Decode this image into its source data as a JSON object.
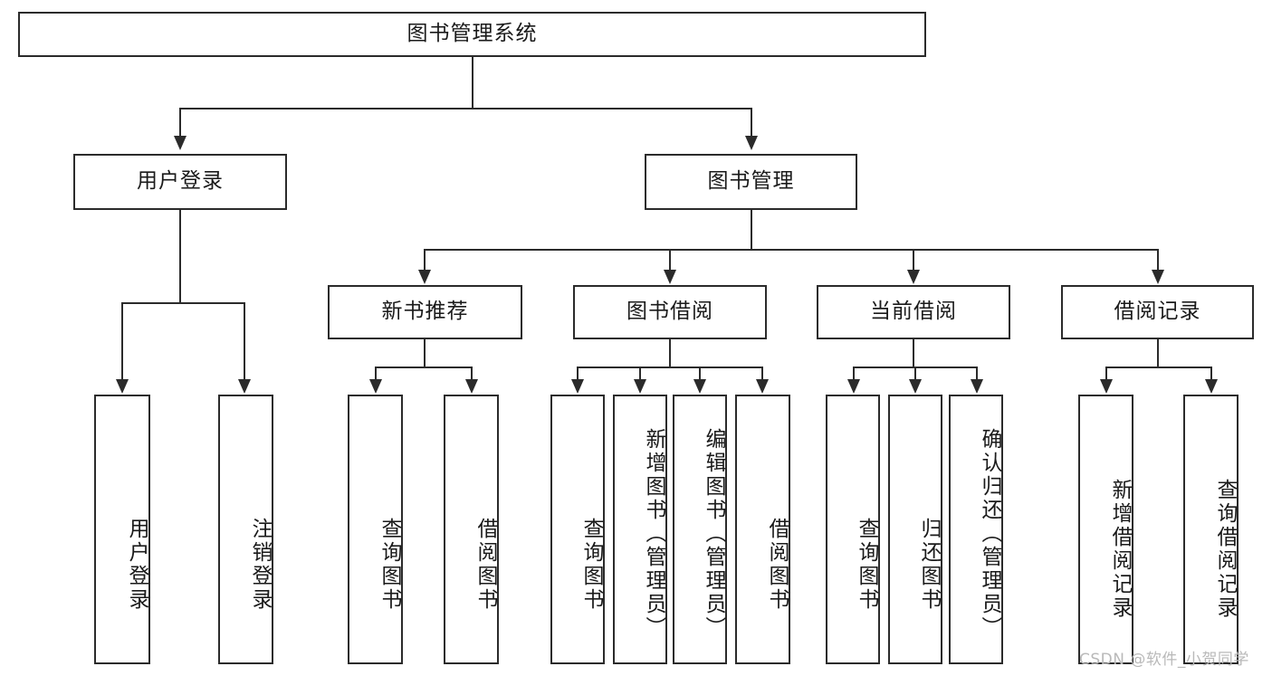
{
  "diagram": {
    "type": "tree-hierarchy",
    "title": "图书管理系统",
    "root": {
      "label": "图书管理系统"
    },
    "level2": [
      {
        "label": "用户登录"
      },
      {
        "label": "图书管理"
      }
    ],
    "level3": [
      {
        "label": "新书推荐"
      },
      {
        "label": "图书借阅"
      },
      {
        "label": "当前借阅"
      },
      {
        "label": "借阅记录"
      }
    ],
    "leaves": {
      "user_login": [
        {
          "label": "用户登录"
        },
        {
          "label": "注销登录"
        }
      ],
      "new_book_recommend": [
        {
          "label": "查询图书"
        },
        {
          "label": "借阅图书"
        }
      ],
      "book_borrow": [
        {
          "label": "查询图书"
        },
        {
          "label": "新增图书（管理员）"
        },
        {
          "label": "编辑图书（管理员）"
        },
        {
          "label": "借阅图书"
        }
      ],
      "current_borrow": [
        {
          "label": "查询图书"
        },
        {
          "label": "归还图书"
        },
        {
          "label": "确认归还（管理员）"
        }
      ],
      "borrow_record": [
        {
          "label": "新增借阅记录"
        },
        {
          "label": "查询借阅记录"
        }
      ]
    }
  },
  "watermark": {
    "text": "CSDN @软件_小贺同学"
  },
  "colors": {
    "stroke": "#2b2b2b",
    "text": "#1a1a1a",
    "background": "#ffffff",
    "watermark": "#b9b9b9"
  }
}
